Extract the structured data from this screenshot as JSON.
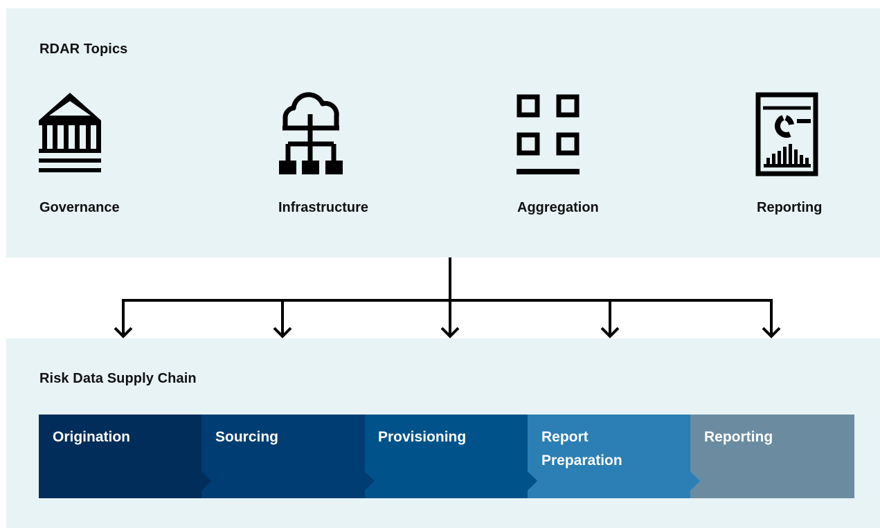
{
  "rdar_topics": {
    "title": "RDAR Topics",
    "items": [
      {
        "label": "Governance",
        "icon": "bank-building-icon"
      },
      {
        "label": "Infrastructure",
        "icon": "cloud-network-icon"
      },
      {
        "label": "Aggregation",
        "icon": "grid-squares-icon"
      },
      {
        "label": "Reporting",
        "icon": "report-document-icon"
      }
    ]
  },
  "supply_chain": {
    "title": "Risk Data Supply Chain",
    "steps": [
      {
        "label": "Origination",
        "color": "#002d5a"
      },
      {
        "label": "Sourcing",
        "color": "#003d73"
      },
      {
        "label": "Provisioning",
        "color": "#00538a"
      },
      {
        "label": "Report Preparation",
        "color": "#2b7fb4"
      },
      {
        "label": "Reporting",
        "color": "#6b8ca0"
      }
    ]
  },
  "colors": {
    "panel_background": "#e8f3f5",
    "icon": "#000000",
    "connector": "#000000"
  }
}
